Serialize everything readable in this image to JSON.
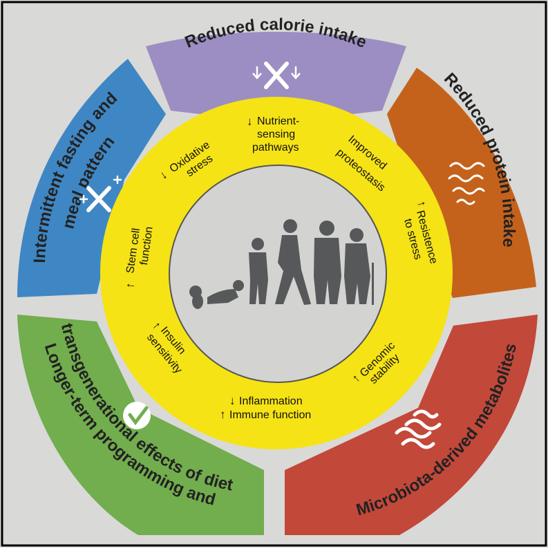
{
  "colors": {
    "background": "#d9d9d7",
    "border": "#000000",
    "purple": "#9c8ec2",
    "orange": "#c4621c",
    "red": "#c2483a",
    "green": "#72ad4e",
    "blue": "#3f87c4",
    "yellow": "#f5e316",
    "center": "#d3d3d1",
    "silhouette": "#56585a"
  },
  "segments": [
    {
      "id": "reduced-calorie",
      "label": "Reduced calorie intake",
      "icon": "fork-knife-down-arrows-icon"
    },
    {
      "id": "reduced-protein",
      "label": "Reduced protein intake",
      "icon": "protein-structure-icon"
    },
    {
      "id": "microbiota",
      "label": "Microbiota-derived metabolites",
      "icon": "microbes-icon"
    },
    {
      "id": "longer-term",
      "label_lines": [
        "Longer-term programming and",
        "transgenerational effects of diet"
      ],
      "icon": "checkmark-icon"
    },
    {
      "id": "intermittent",
      "label_lines": [
        "Intermittent fasting and",
        "meal pattern"
      ],
      "icon": "fork-knife-plus-icon"
    }
  ],
  "inner_effects": [
    {
      "id": "nutrient",
      "arrow": "↓",
      "lines": [
        "Nutrient-",
        "sensing",
        "pathways"
      ]
    },
    {
      "id": "proteostasis",
      "arrow": "",
      "lines": [
        "Improved",
        "proteostasis"
      ]
    },
    {
      "id": "stress-resistance",
      "arrow": "↑",
      "lines": [
        "Resistence",
        "to stress"
      ]
    },
    {
      "id": "genomic",
      "arrow": "↑",
      "lines": [
        "Genomic",
        "stability"
      ]
    },
    {
      "id": "inflammation",
      "arrow": "↓",
      "lines": [
        "Inflammation"
      ]
    },
    {
      "id": "immune",
      "arrow": "↑",
      "lines": [
        "Immune function"
      ]
    },
    {
      "id": "insulin",
      "arrow": "↑",
      "lines": [
        "Insulin",
        "sensitivity"
      ]
    },
    {
      "id": "stem-cell",
      "arrow": "↑",
      "lines": [
        "Stem cell",
        "function"
      ]
    },
    {
      "id": "oxidative",
      "arrow": "↓",
      "lines": [
        "Oxidative",
        "stress"
      ]
    }
  ],
  "center": {
    "icon": "human-lifespan-silhouettes-icon"
  }
}
